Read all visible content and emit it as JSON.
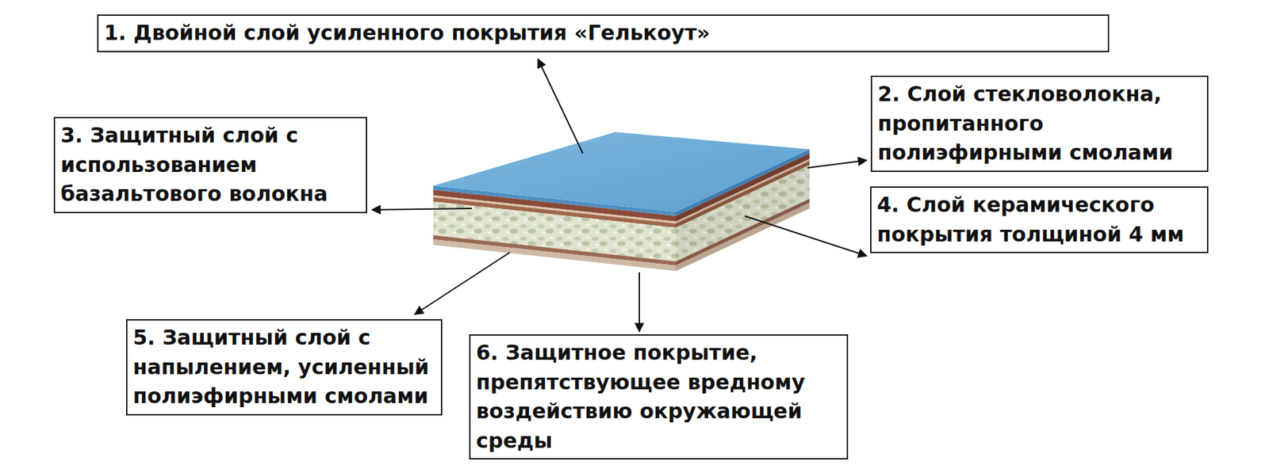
{
  "diagram": {
    "nodes": [
      {
        "text": [
          "1. Двойной слой усиленного покрытия «Гелькоут»"
        ]
      },
      {
        "text": [
          "2. Слой стекловолокна, пропитанного полиэфирными смолами"
        ]
      },
      {
        "text": [
          "3. Защитный слой с использованием базальтового волокна"
        ]
      },
      {
        "text": [
          "4. Слой керамического покрытия толщиной 4 мм"
        ]
      },
      {
        "text": [
          "5. Защитный слой с напылением, усиленный полиэфирными смолами"
        ]
      },
      {
        "text": [
          "6. Защитное покрытие, препятствующее вредному воздействию окружающей среды"
        ]
      }
    ]
  }
}
